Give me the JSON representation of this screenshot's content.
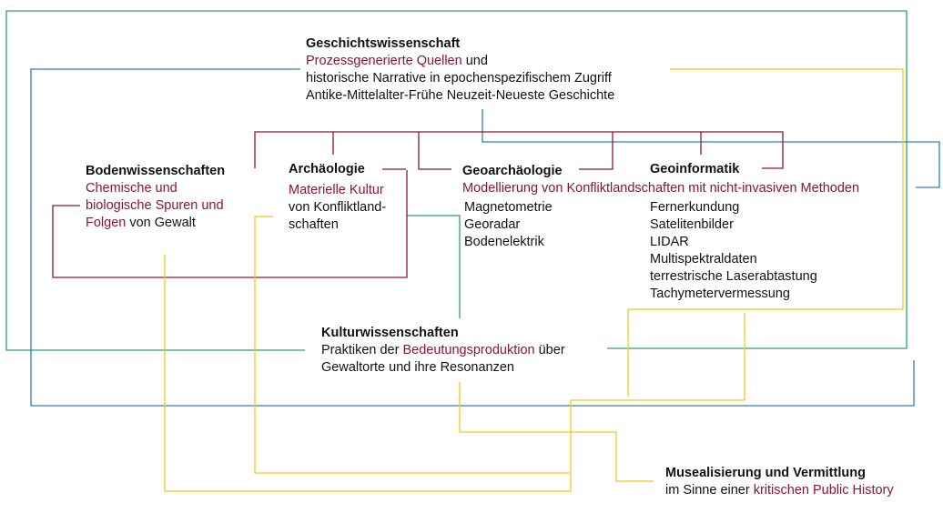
{
  "colors": {
    "accent_red": "#8b1538",
    "line_green": "#2aa56b",
    "line_blue": "#2f7fb5",
    "line_yellow": "#f0c81e",
    "line_red": "#8b1538"
  },
  "nodes": {
    "geschichte": {
      "title": "Geschichtswissenschaft",
      "line1_red": "Prozessgenerierte Quellen",
      "line1_rest": " und",
      "line2": "historische Narrative in epochenspezifischem Zugriff",
      "line3": "Antike-Mittelalter-Frühe Neuzeit-Neueste Geschichte"
    },
    "boden": {
      "title": "Bodenwissenschaften",
      "line1_red": "Chemische und",
      "line2_red": "biologische Spuren und",
      "line3_red": "Folgen",
      "line3_rest": " von Gewalt"
    },
    "archaeologie": {
      "title": "Archäologie",
      "line1_red": "Materielle Kultur",
      "line2": "von Konfliktland-",
      "line3": "schaften"
    },
    "geoarchaeologie": {
      "title": "Geoarchäologie",
      "items": [
        "Magnetometrie",
        "Georadar",
        "Bodenelektrik"
      ]
    },
    "geoinformatik": {
      "title": "Geoinformatik",
      "items": [
        "Fernerkundung",
        "Satelitenbilder",
        "LIDAR",
        "Multispektraldaten",
        "terrestrische Laserabtastung",
        "Tachymetervermessung"
      ]
    },
    "modellierung": {
      "text": "Modellierung von Konfliktlandschaften mit nicht-invasiven Methoden"
    },
    "kultur": {
      "title": "Kulturwissenschaften",
      "line1_pre": "Praktiken der ",
      "line1_red": "Bedeutungsproduktion",
      "line1_post": " über",
      "line2": "Gewaltorte und ihre Resonanzen"
    },
    "museal": {
      "title": "Musealisierung und Vermittlung",
      "line1_pre": "im Sinne einer ",
      "line1_red": "kritischen Public History"
    }
  }
}
